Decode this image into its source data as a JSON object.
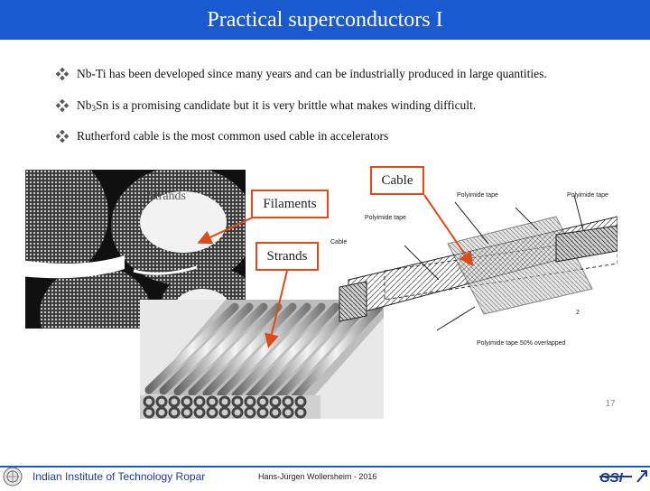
{
  "slide": {
    "title": "Practical superconductors I",
    "bullets": [
      {
        "text": "Nb-Ti has been developed since many years and can be industrially produced in large quantities."
      },
      {
        "pre": "Nb",
        "sub": "3",
        "post": "Sn is a promising candidate but it is very brittle what makes winding difficult."
      },
      {
        "text": "Rutherford cable is the most common used cable in accelerators"
      }
    ],
    "page_number": "17"
  },
  "figure": {
    "labels": {
      "filaments": "Filaments",
      "strands": "Strands",
      "cable": "Cable"
    },
    "ghost_label": "Strands",
    "drawing_labels": {
      "polyimide_tape_1": "Polyimide tape",
      "polyimide_tape_2": "Polyimide tape",
      "polyimide_tape_3": "Polyimide tape",
      "cable": "Cable",
      "overlap_note": "Polyimide tape 50% overlapped"
    },
    "accent_color": "#e04a17"
  },
  "footer": {
    "institute": "Indian Institute of Technology Ropar",
    "author": "Hans-Jürgen Wollersheim - 2016",
    "logo_right_text": "GSI"
  },
  "colors": {
    "title_bar": "#1a5ad0",
    "footer_line": "#1a5ad0"
  }
}
